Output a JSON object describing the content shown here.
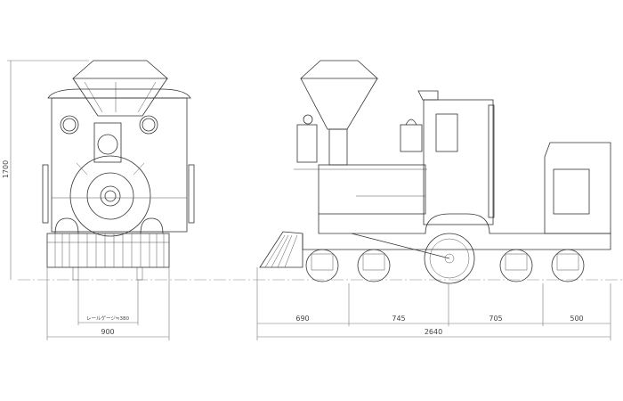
{
  "drawing": {
    "front_view": {
      "height_dim": "1700",
      "gauge_dim": "レールゲージ≒380",
      "width_dim": "900"
    },
    "side_view": {
      "segment_dims": [
        "690",
        "745",
        "705",
        "500"
      ],
      "total_length_dim": "2640"
    }
  }
}
